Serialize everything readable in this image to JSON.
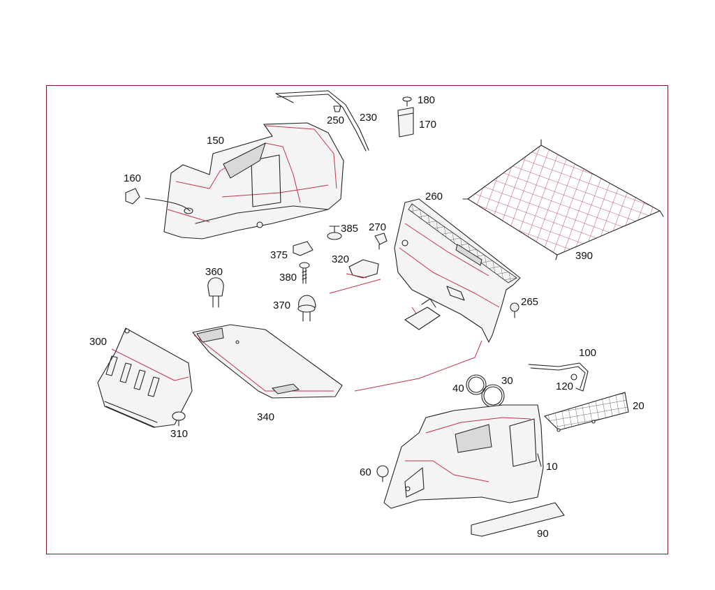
{
  "callouts": {
    "p10": "10",
    "p20": "20",
    "p30": "30",
    "p40": "40",
    "p60": "60",
    "p90": "90",
    "p100": "100",
    "p120": "120",
    "p150": "150",
    "p160": "160",
    "p170": "170",
    "p180": "180",
    "p230": "230",
    "p250": "250",
    "p260": "260",
    "p265": "265",
    "p270": "270",
    "p300": "300",
    "p310": "310",
    "p320": "320",
    "p340": "340",
    "p360": "360",
    "p370": "370",
    "p375": "375",
    "p380": "380",
    "p385": "385",
    "p390": "390"
  }
}
